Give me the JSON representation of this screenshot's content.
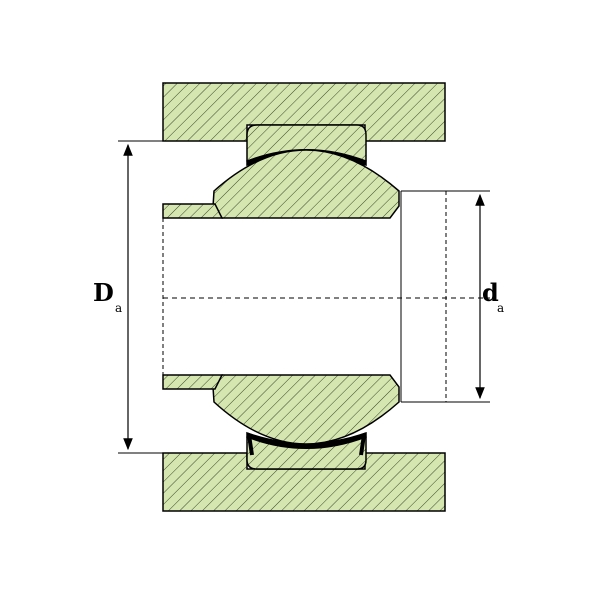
{
  "labels": {
    "Da": {
      "main": "D",
      "sub": "a"
    },
    "da": {
      "main": "d",
      "sub": "a"
    }
  },
  "colors": {
    "fill": "#d6e6b0",
    "hatch": "#3a4a2a",
    "outline": "#000000",
    "seal": "#000000"
  }
}
